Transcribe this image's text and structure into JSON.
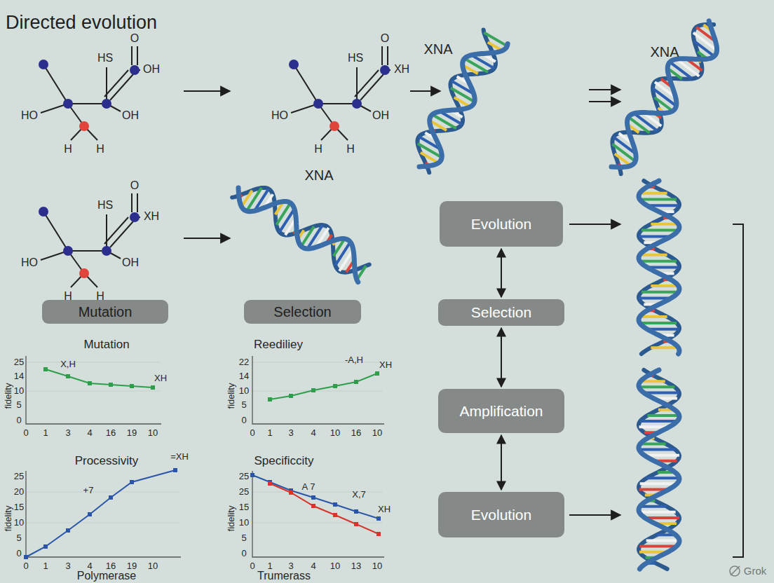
{
  "diagram": {
    "title": "Directed evolution",
    "nodes": [
      {
        "text": [
          "Mutation"
        ]
      },
      {
        "text": [
          "Selection"
        ]
      },
      {
        "text": [
          "Evolution"
        ]
      },
      {
        "text": [
          "Selection"
        ]
      },
      {
        "text": [
          "Amplification"
        ]
      },
      {
        "text": [
          "Evolution"
        ]
      }
    ],
    "edges": [
      {
        "from": 2,
        "to": 3,
        "arrow": "both"
      },
      {
        "from": 3,
        "to": 4,
        "arrow": "both"
      },
      {
        "from": 4,
        "to": 5,
        "arrow": "both"
      }
    ],
    "labels": [
      "HS",
      "O",
      "OH",
      "HO",
      "OH",
      "H",
      "H",
      "HS",
      "O",
      "XH",
      "HO",
      "OH",
      "H",
      "H",
      "XNA",
      "XNA",
      "HS",
      "O",
      "XH",
      "HO",
      "OH",
      "H",
      "H",
      "XNA",
      "Mutation",
      "25",
      "14",
      "10",
      "5",
      "0",
      "fidelity",
      "0",
      "1",
      "3",
      "4",
      "16",
      "19",
      "10",
      "X,H",
      "XH",
      "Reediliey",
      "22",
      "14",
      "10",
      "5",
      "0",
      "fidelity",
      "0",
      "1",
      "3",
      "4",
      "10",
      "16",
      "10",
      "-A,H",
      "XH",
      "Processivity",
      "25",
      "20",
      "15",
      "10",
      "5",
      "0",
      "fidelity",
      "0",
      "1",
      "3",
      "4",
      "16",
      "19",
      "10",
      "+7",
      "=XH",
      "Polymerase",
      "Specificcity",
      "25",
      "25",
      "15",
      "10",
      "5",
      "0",
      "fidelity",
      "0",
      "1",
      "3",
      "4",
      "10",
      "13",
      "10",
      "A 7",
      "X,7",
      "XH",
      "Trumerass",
      "Grok"
    ]
  }
}
